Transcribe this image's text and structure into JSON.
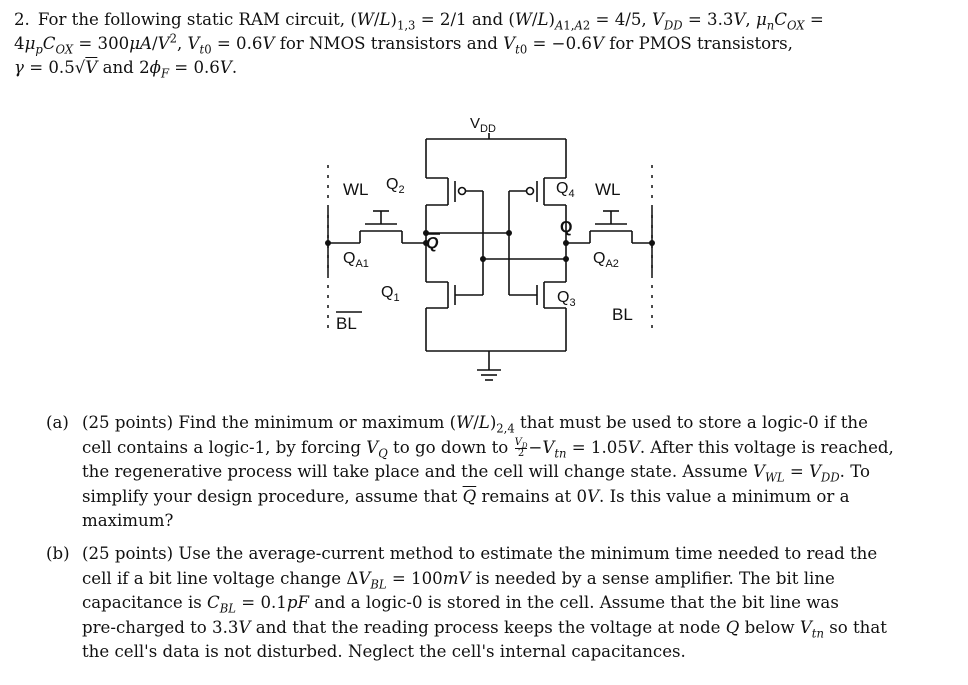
{
  "problem": {
    "number": "2.",
    "line1": "For the following static RAM circuit, (W/L)1,3 = 2/1 and (W/L)A1,A2 = 4/5, VDD = 3.3V, μnCOX =",
    "line2": "4μpCOX = 300μA/V², Vt0 = 0.6V for NMOS transistors and Vt0 = −0.6V for PMOS transistors,",
    "line3": "γ = 0.5√V and 2ϕF = 0.6V."
  },
  "circuit": {
    "vdd_label": "VDD",
    "wl_left": "WL",
    "wl_right": "WL",
    "q2": "Q2",
    "q4": "Q4",
    "q1": "Q1",
    "q3": "Q3",
    "qa1": "QA1",
    "qa2": "QA2",
    "q_node": "Q",
    "qbar_node": "Q",
    "bl_left": "BL",
    "bl_right": "BL"
  },
  "part_a": {
    "label": "(a)",
    "line1": "(25 points) Find the minimum or maximum (W/L)2,4 that must be used to store a logic-0 if the",
    "line2": "cell contains a logic-1, by forcing VQ to go down to VD/2 − Vtn = 1.05V. After this voltage is reached,",
    "line3": "the regenerative process will take place and the cell will change state. Assume VWL = VDD. To",
    "line4": "simplify your design procedure, assume that Q remains at 0V. Is this value a minimum or a",
    "line5": "maximum?"
  },
  "part_b": {
    "label": "(b)",
    "line1": "(25 points) Use the average-current method to estimate the minimum time needed to read the",
    "line2": "cell if a bit line voltage change ΔVBL = 100mV is needed by a sense amplifier. The bit line",
    "line3": "capacitance is CBL = 0.1pF and a logic-0 is stored in the cell. Assume that the bit line was",
    "line4": "pre-charged to 3.3V and that the reading process keeps the voltage at node Q below Vtn so that",
    "line5": "the cell's data is not disturbed. Neglect the cell's internal capacitances."
  }
}
